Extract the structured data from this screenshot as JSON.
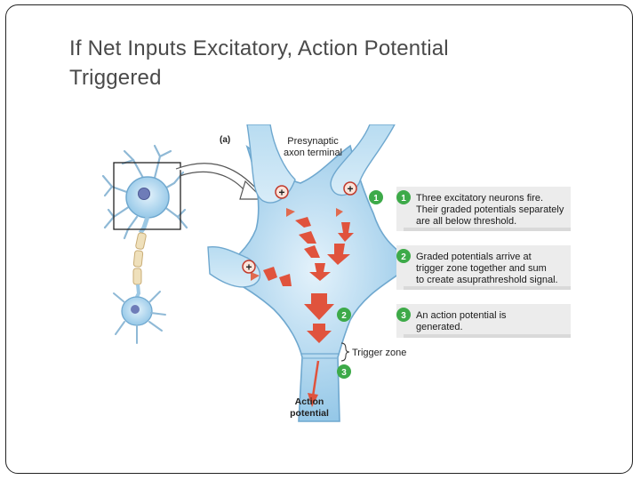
{
  "slide": {
    "title_line1": "If Net Inputs Excitatory, Action Potential",
    "title_line2": "Triggered"
  },
  "figure": {
    "panel_label": "(a)",
    "presynaptic_label_1": "Presynaptic",
    "presynaptic_label_2": "axon terminal",
    "plus_sign": "+",
    "trigger_zone_label": "Trigger zone",
    "action_label_1": "Action",
    "action_label_2": "potential",
    "markers": [
      "1",
      "2",
      "3"
    ],
    "steps": [
      {
        "number": "1",
        "lines": [
          "Three excitatory neurons fire.",
          "Their graded potentials separately",
          "are all below threshold."
        ]
      },
      {
        "number": "2",
        "lines": [
          "Graded potentials arrive at",
          "trigger zone together and sum",
          "to create asuprathreshold signal."
        ]
      },
      {
        "number": "3",
        "lines": [
          "An action potential is",
          "generated."
        ]
      }
    ]
  },
  "colors": {
    "neuron_blue": "#a9d3ec",
    "marker_green": "#3daa49",
    "arrow_red": "#e0533d",
    "panel_bg": "#ececec"
  }
}
